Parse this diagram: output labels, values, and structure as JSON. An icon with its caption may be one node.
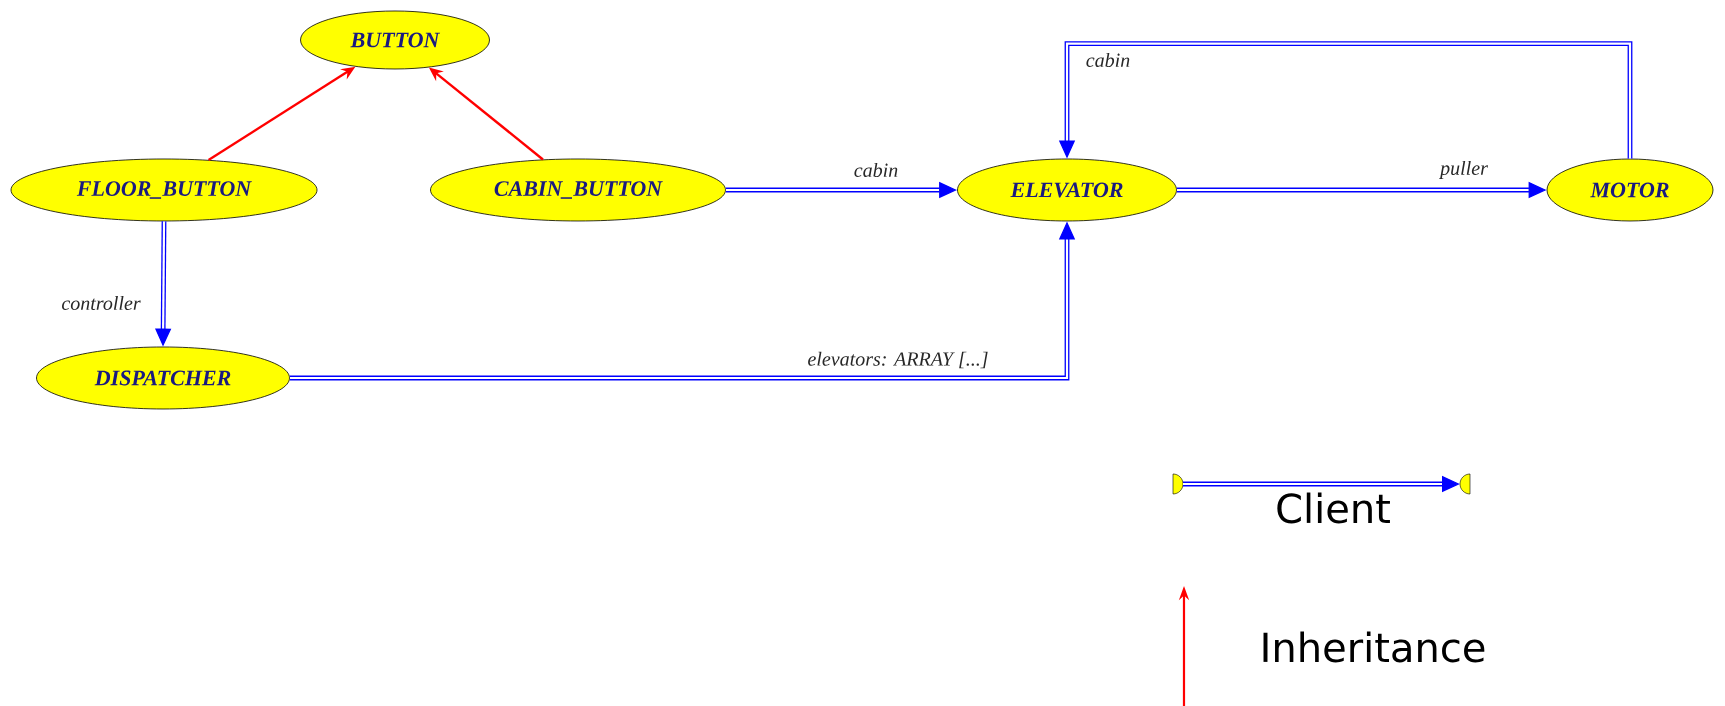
{
  "diagram": {
    "nodes": [
      {
        "text": [
          "BUTTON"
        ]
      },
      {
        "text": [
          "FLOOR_BUTTON"
        ]
      },
      {
        "text": [
          "CABIN_BUTTON"
        ]
      },
      {
        "text": [
          "ELEVATOR"
        ]
      },
      {
        "text": [
          "MOTOR"
        ]
      },
      {
        "text": [
          "DISPATCHER"
        ]
      }
    ],
    "edges": [
      {
        "from": 1,
        "to": 0,
        "arrow": "to",
        "color": "#ff0000"
      },
      {
        "from": 2,
        "to": 0,
        "arrow": "to",
        "color": "#ff0000"
      },
      {
        "from": 2,
        "to": 3,
        "arrow": "to",
        "label": "cabin"
      },
      {
        "from": 3,
        "to": 4,
        "arrow": "to",
        "label": "puller"
      },
      {
        "from": 4,
        "to": 3,
        "arrow": "to",
        "label": "cabin"
      },
      {
        "from": 1,
        "to": 5,
        "arrow": "to",
        "label": "controller"
      },
      {
        "from": 5,
        "to": 3,
        "arrow": "to",
        "label": "elevators: ARRAY [...]"
      }
    ],
    "legend": [
      {
        "text": "Client"
      },
      {
        "text": "Inheritance"
      }
    ]
  }
}
